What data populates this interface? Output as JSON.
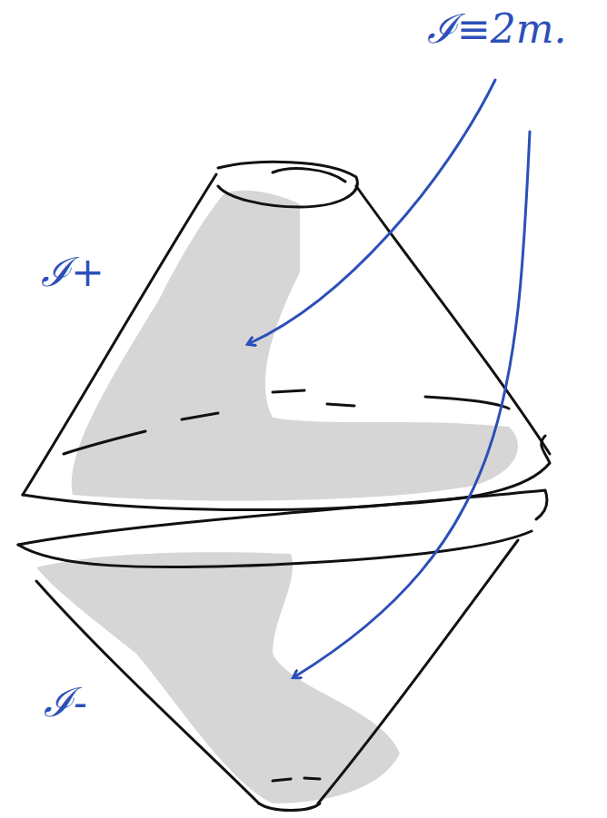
{
  "diagram": {
    "labels": [
      "ℐ≡2m.",
      "ℐ+",
      "ℐ-"
    ]
  }
}
